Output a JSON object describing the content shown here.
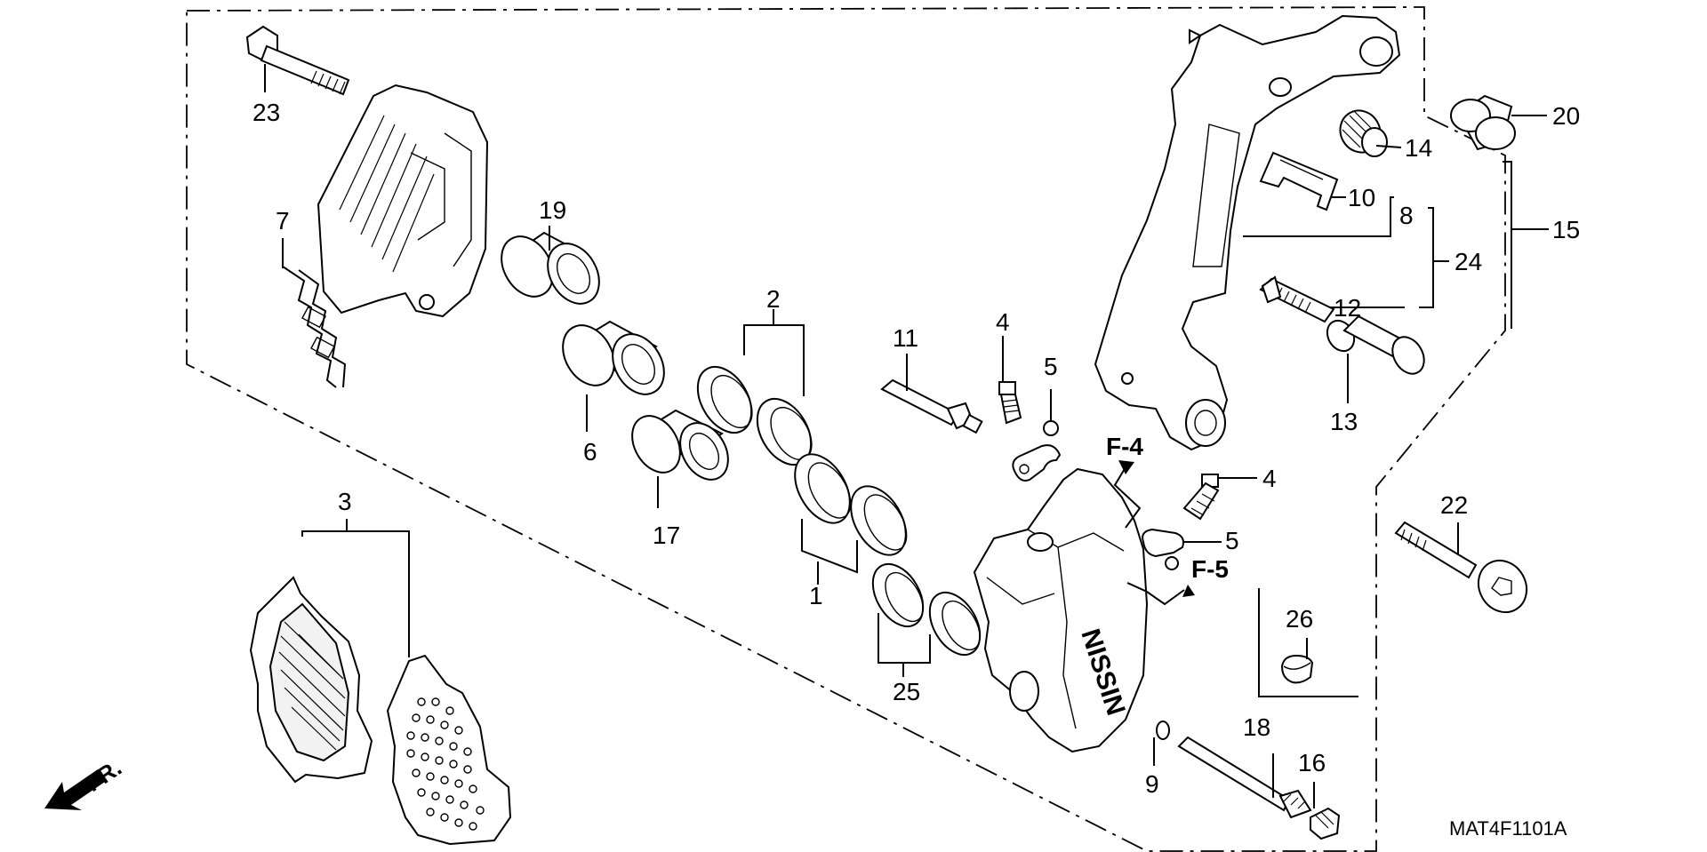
{
  "diagram": {
    "callouts": {
      "c1": "1",
      "c2": "2",
      "c3": "3",
      "c4a": "4",
      "c4b": "4",
      "c5a": "5",
      "c5b": "5",
      "c6": "6",
      "c7": "7",
      "c8": "8",
      "c9": "9",
      "c10": "10",
      "c11": "11",
      "c12": "12",
      "c13": "13",
      "c14": "14",
      "c15": "15",
      "c16": "16",
      "c17": "17",
      "c18": "18",
      "c19": "19",
      "c20": "20",
      "c22": "22",
      "c23": "23",
      "c24": "24",
      "c25": "25",
      "c26": "26"
    },
    "refs": {
      "f4": "F-4",
      "f5": "F-5"
    },
    "direction": "FR.",
    "code": "MAT4F1101A"
  }
}
